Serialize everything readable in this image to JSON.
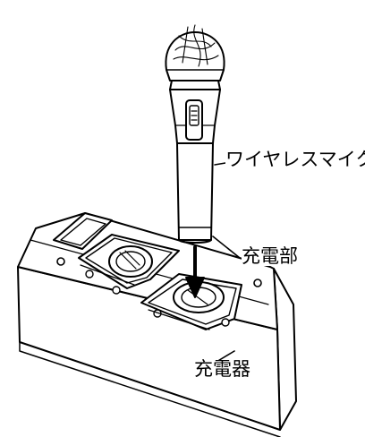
{
  "labels": {
    "microphone": "ワイヤレスマイク",
    "charging_port": "充電部",
    "charger": "充電器"
  },
  "colors": {
    "line": "#000000",
    "background": "#ffffff"
  }
}
